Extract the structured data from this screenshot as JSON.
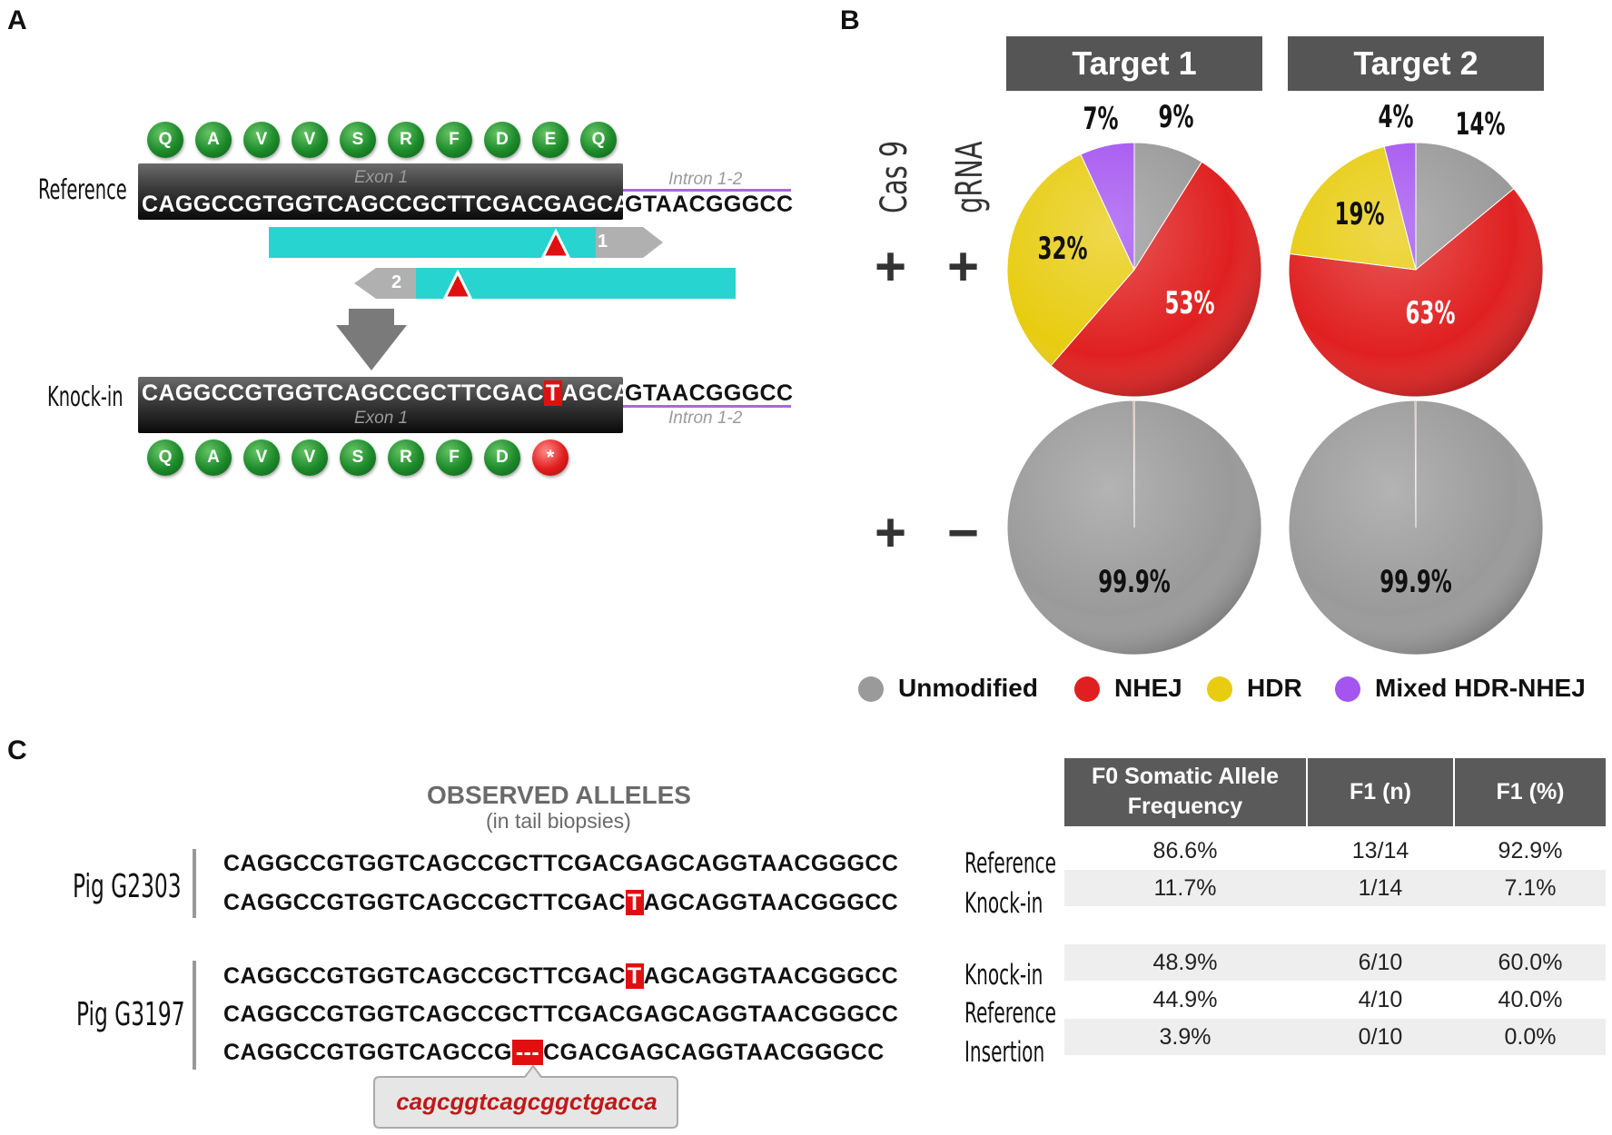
{
  "panels": {
    "a": "A",
    "b": "B",
    "c": "C"
  },
  "panel_a": {
    "reference_label": "Reference",
    "knockin_label": "Knock-in",
    "exon_label": "Exon 1",
    "intron_label": "Intron 1-2",
    "ref_exon_seq": "CAGGCCGTGGTCAGCCGCTTCGACGAGCAG",
    "ref_intron_seq": "GTAACGGGCC",
    "ki_exon_seq_pre": "CAGGCCGTGGTCAGCCGCTTCGAC",
    "ki_mut": "T",
    "ki_exon_seq_post": "AGCAG",
    "ki_intron_seq": "GTAACGGGCC",
    "ref_aa": [
      "Q",
      "A",
      "V",
      "V",
      "S",
      "R",
      "F",
      "D",
      "E",
      "Q"
    ],
    "ki_aa": [
      "Q",
      "A",
      "V",
      "V",
      "S",
      "R",
      "F",
      "D",
      "*"
    ],
    "guide1": "1",
    "guide2": "2"
  },
  "panel_b": {
    "target1": "Target 1",
    "target2": "Target 2",
    "cas9": "Cas 9",
    "grna": "gRNA",
    "plus": "+",
    "minus": "−",
    "legend": [
      {
        "label": "Unmodified",
        "color": "#9a9a9a"
      },
      {
        "label": "NHEJ",
        "color": "#e02020"
      },
      {
        "label": "HDR",
        "color": "#e8cc10"
      },
      {
        "label": "Mixed HDR-NHEJ",
        "color": "#a455f0"
      }
    ]
  },
  "chart_data": [
    {
      "type": "pie",
      "title": "Target 1",
      "condition": "Cas 9 + gRNA +",
      "slices": [
        {
          "label": "Unmodified",
          "value": 9,
          "text": "9%"
        },
        {
          "label": "NHEJ",
          "value": 53,
          "text": "53%"
        },
        {
          "label": "HDR",
          "value": 32,
          "text": "32%"
        },
        {
          "label": "Mixed HDR-NHEJ",
          "value": 7,
          "text": "7%"
        }
      ]
    },
    {
      "type": "pie",
      "title": "Target 2",
      "condition": "Cas 9 + gRNA +",
      "slices": [
        {
          "label": "Unmodified",
          "value": 14,
          "text": "14%"
        },
        {
          "label": "NHEJ",
          "value": 63,
          "text": "63%"
        },
        {
          "label": "HDR",
          "value": 19,
          "text": "19%"
        },
        {
          "label": "Mixed HDR-NHEJ",
          "value": 4,
          "text": "4%"
        }
      ]
    },
    {
      "type": "pie",
      "title": "Target 1",
      "condition": "Cas 9 + gRNA −",
      "slices": [
        {
          "label": "Unmodified",
          "value": 99.9,
          "text": "99.9%"
        },
        {
          "label": "NHEJ",
          "value": 0.1,
          "text": ""
        }
      ]
    },
    {
      "type": "pie",
      "title": "Target 2",
      "condition": "Cas 9 + gRNA −",
      "slices": [
        {
          "label": "Unmodified",
          "value": 99.9,
          "text": "99.9%"
        },
        {
          "label": "NHEJ",
          "value": 0.1,
          "text": ""
        }
      ]
    }
  ],
  "panel_c": {
    "observed_title": "OBSERVED ALLELES",
    "observed_sub": "(in tail biopsies)",
    "pig1": "Pig G2303",
    "pig2": "Pig G3197",
    "seq_ref": "CAGGCCGTGGTCAGCCGCTTCGACGAGCAGGTAACGGGCC",
    "seq_ki_pre": "CAGGCCGTGGTCAGCCGCTTCGAC",
    "seq_ki_mut": "T",
    "seq_ki_post": "AGCAGGTAACGGGCC",
    "seq_ins_pre": "CAGGCCGTGGTCAGCCG",
    "seq_ins_mark": "---",
    "seq_ins_post": "CGACGAGCAGGTAACGGGCC",
    "insertion_seq": "cagcggtcagcggctgacca",
    "table_headers": [
      "F0 Somatic Allele Frequency",
      "F1 (n)",
      "F1 (%)"
    ],
    "rows_pig1": [
      {
        "label": "Reference",
        "f0": "86.6%",
        "f1n": "13/14",
        "f1p": "92.9%"
      },
      {
        "label": "Knock-in",
        "f0": "11.7%",
        "f1n": "1/14",
        "f1p": "7.1%"
      }
    ],
    "rows_pig2": [
      {
        "label": "Knock-in",
        "f0": "48.9%",
        "f1n": "6/10",
        "f1p": "60.0%"
      },
      {
        "label": "Reference",
        "f0": "44.9%",
        "f1n": "4/10",
        "f1p": "40.0%"
      },
      {
        "label": "Insertion",
        "f0": "3.9%",
        "f1n": "0/10",
        "f1p": "0.0%"
      }
    ]
  }
}
